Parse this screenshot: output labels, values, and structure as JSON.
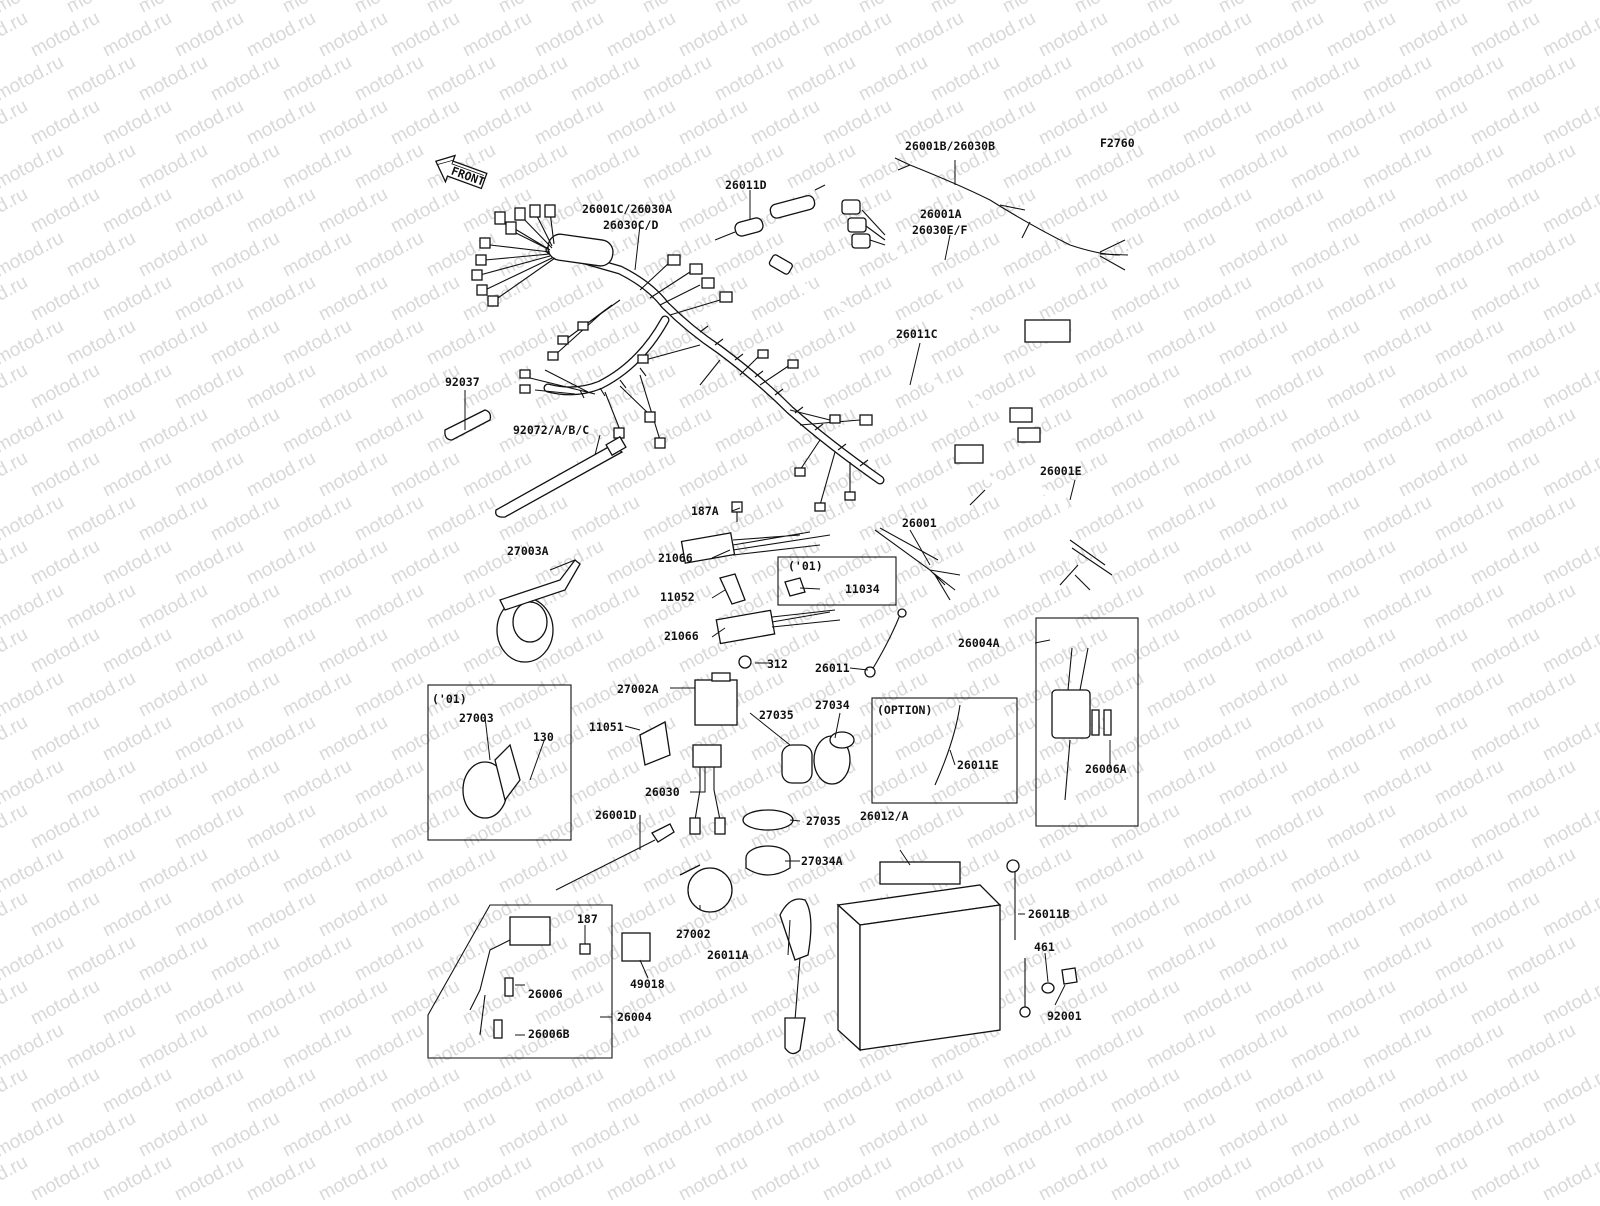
{
  "figure_code": "F2760",
  "front_label": "FRONT",
  "watermark": "motod.ru",
  "labels": {
    "p26001B_26030B": "26001B/26030B",
    "p26011D": "26011D",
    "p26001C_26030A": "26001C/26030A",
    "p26030C_D": "26030C/D",
    "p26001A": "26001A",
    "p26030E_F": "26030E/F",
    "p26011C": "26011C",
    "p92037": "92037",
    "p92072": "92072/A/B/C",
    "p26001E": "26001E",
    "p187A": "187A",
    "p26001": "26001",
    "p21066_top": "21066",
    "p01_a": "('01)",
    "p11034": "11034",
    "p27003A": "27003A",
    "p11052": "11052",
    "p21066_bottom": "21066",
    "p26004A": "26004A",
    "p312": "312",
    "p26011": "26011",
    "p01_b": "('01)",
    "p27002A": "27002A",
    "p27034": "27034",
    "p option": "(OPTION)",
    "p27003": "27003",
    "p11051": "11051",
    "p27035_top": "27035",
    "p130": "130",
    "p26011E": "26011E",
    "p26006A": "26006A",
    "p26030": "26030",
    "p26001D": "26001D",
    "p27035_bottom": "27035",
    "p26012_A": "26012/A",
    "p27034A": "27034A",
    "p27002": "27002",
    "p187": "187",
    "p26011B": "26011B",
    "p26011A": "26011A",
    "p461": "461",
    "p26006": "26006",
    "p49018": "49018",
    "p26004": "26004",
    "p92001": "92001",
    "p26006B": "26006B"
  }
}
